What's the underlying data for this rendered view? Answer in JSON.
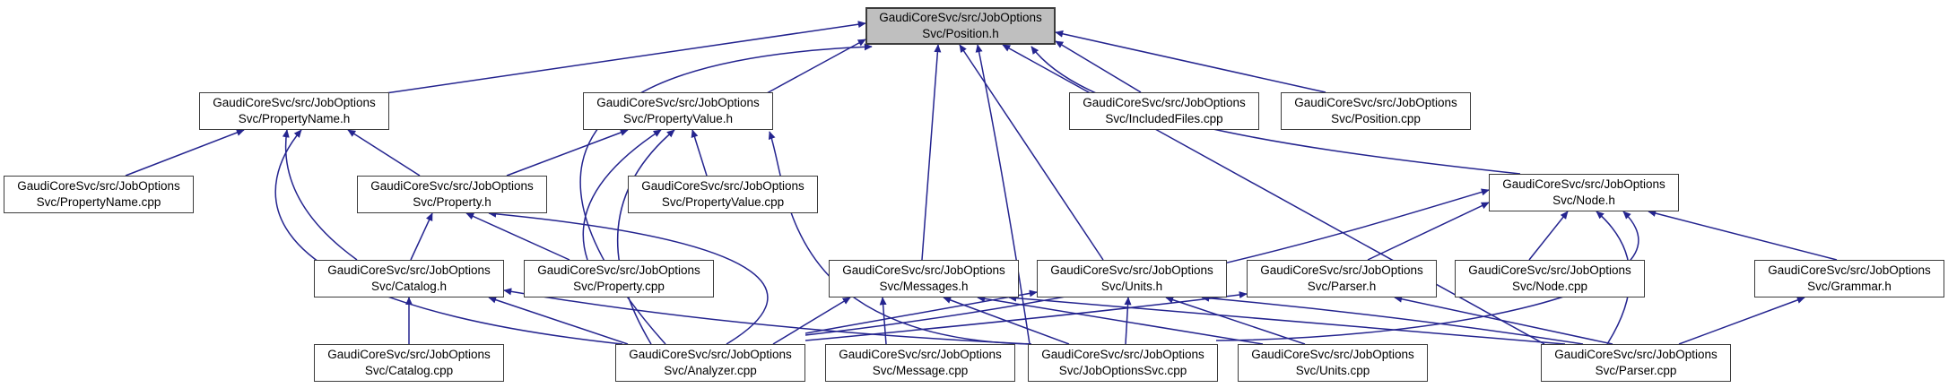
{
  "diagram": {
    "kind": "include-dependency-graph",
    "root_file": "GaudiCoreSvc/src/JobOptionsSvc/Position.h"
  },
  "colors": {
    "edge": "#24248f",
    "node_fill": "#ffffff",
    "node_border": "#3c3c3c",
    "root_fill": "#bfbfbf",
    "background": "#ffffff"
  },
  "nodes": [
    {
      "id": "position_h",
      "label": "GaudiCoreSvc/src/JobOptions\nSvc/Position.h",
      "highlighted": true
    },
    {
      "id": "propertyname_h",
      "label": "GaudiCoreSvc/src/JobOptions\nSvc/PropertyName.h",
      "highlighted": false
    },
    {
      "id": "propertyvalue_h",
      "label": "GaudiCoreSvc/src/JobOptions\nSvc/PropertyValue.h",
      "highlighted": false
    },
    {
      "id": "includedfiles_cpp",
      "label": "GaudiCoreSvc/src/JobOptions\nSvc/IncludedFiles.cpp",
      "highlighted": false
    },
    {
      "id": "position_cpp",
      "label": "GaudiCoreSvc/src/JobOptions\nSvc/Position.cpp",
      "highlighted": false
    },
    {
      "id": "propertyname_cpp",
      "label": "GaudiCoreSvc/src/JobOptions\nSvc/PropertyName.cpp",
      "highlighted": false
    },
    {
      "id": "property_h",
      "label": "GaudiCoreSvc/src/JobOptions\nSvc/Property.h",
      "highlighted": false
    },
    {
      "id": "propertyvalue_cpp",
      "label": "GaudiCoreSvc/src/JobOptions\nSvc/PropertyValue.cpp",
      "highlighted": false
    },
    {
      "id": "node_h",
      "label": "GaudiCoreSvc/src/JobOptions\nSvc/Node.h",
      "highlighted": false
    },
    {
      "id": "catalog_h",
      "label": "GaudiCoreSvc/src/JobOptions\nSvc/Catalog.h",
      "highlighted": false
    },
    {
      "id": "property_cpp",
      "label": "GaudiCoreSvc/src/JobOptions\nSvc/Property.cpp",
      "highlighted": false
    },
    {
      "id": "messages_h",
      "label": "GaudiCoreSvc/src/JobOptions\nSvc/Messages.h",
      "highlighted": false
    },
    {
      "id": "units_h",
      "label": "GaudiCoreSvc/src/JobOptions\nSvc/Units.h",
      "highlighted": false
    },
    {
      "id": "parser_h",
      "label": "GaudiCoreSvc/src/JobOptions\nSvc/Parser.h",
      "highlighted": false
    },
    {
      "id": "node_cpp",
      "label": "GaudiCoreSvc/src/JobOptions\nSvc/Node.cpp",
      "highlighted": false
    },
    {
      "id": "grammar_h",
      "label": "GaudiCoreSvc/src/JobOptions\nSvc/Grammar.h",
      "highlighted": false
    },
    {
      "id": "catalog_cpp",
      "label": "GaudiCoreSvc/src/JobOptions\nSvc/Catalog.cpp",
      "highlighted": false
    },
    {
      "id": "analyzer_cpp",
      "label": "GaudiCoreSvc/src/JobOptions\nSvc/Analyzer.cpp",
      "highlighted": false
    },
    {
      "id": "message_cpp",
      "label": "GaudiCoreSvc/src/JobOptions\nSvc/Message.cpp",
      "highlighted": false
    },
    {
      "id": "jobobtionssvc_cpp",
      "label": "GaudiCoreSvc/src/JobOptions\nSvc/JobOptionsSvc.cpp",
      "highlighted": false
    },
    {
      "id": "units_cpp",
      "label": "GaudiCoreSvc/src/JobOptions\nSvc/Units.cpp",
      "highlighted": false
    },
    {
      "id": "parser_cpp",
      "label": "GaudiCoreSvc/src/JobOptions\nSvc/Parser.cpp",
      "highlighted": false
    }
  ],
  "edges": [
    {
      "from": "propertyname_h",
      "to": "position_h"
    },
    {
      "from": "propertyvalue_h",
      "to": "position_h"
    },
    {
      "from": "analyzer_cpp",
      "to": "position_h"
    },
    {
      "from": "messages_h",
      "to": "position_h"
    },
    {
      "from": "units_h",
      "to": "position_h"
    },
    {
      "from": "jobobtionssvc_cpp",
      "to": "position_h"
    },
    {
      "from": "parser_cpp",
      "to": "position_h"
    },
    {
      "from": "node_h",
      "to": "position_h"
    },
    {
      "from": "includedfiles_cpp",
      "to": "position_h"
    },
    {
      "from": "position_cpp",
      "to": "position_h"
    },
    {
      "from": "propertyname_cpp",
      "to": "propertyname_h"
    },
    {
      "from": "property_h",
      "to": "propertyname_h"
    },
    {
      "from": "catalog_h",
      "to": "propertyname_h"
    },
    {
      "from": "analyzer_cpp",
      "to": "propertyname_h"
    },
    {
      "from": "property_h",
      "to": "propertyvalue_h"
    },
    {
      "from": "propertyvalue_cpp",
      "to": "propertyvalue_h"
    },
    {
      "from": "property_cpp",
      "to": "propertyvalue_h"
    },
    {
      "from": "analyzer_cpp",
      "to": "propertyvalue_h"
    },
    {
      "from": "jobobtionssvc_cpp",
      "to": "propertyvalue_h"
    },
    {
      "from": "catalog_h",
      "to": "property_h"
    },
    {
      "from": "property_cpp",
      "to": "property_h"
    },
    {
      "from": "analyzer_cpp",
      "to": "property_h"
    },
    {
      "from": "catalog_cpp",
      "to": "catalog_h"
    },
    {
      "from": "analyzer_cpp",
      "to": "catalog_h"
    },
    {
      "from": "jobobtionssvc_cpp",
      "to": "catalog_h"
    },
    {
      "from": "message_cpp",
      "to": "messages_h"
    },
    {
      "from": "analyzer_cpp",
      "to": "messages_h"
    },
    {
      "from": "jobobtionssvc_cpp",
      "to": "messages_h"
    },
    {
      "from": "units_cpp",
      "to": "messages_h"
    },
    {
      "from": "parser_cpp",
      "to": "messages_h"
    },
    {
      "from": "analyzer_cpp",
      "to": "units_h"
    },
    {
      "from": "jobobtionssvc_cpp",
      "to": "units_h"
    },
    {
      "from": "units_cpp",
      "to": "units_h"
    },
    {
      "from": "parser_cpp",
      "to": "units_h"
    },
    {
      "from": "analyzer_cpp",
      "to": "parser_h"
    },
    {
      "from": "parser_cpp",
      "to": "parser_h"
    },
    {
      "from": "parser_h",
      "to": "node_h"
    },
    {
      "from": "analyzer_cpp",
      "to": "node_h"
    },
    {
      "from": "node_cpp",
      "to": "node_h"
    },
    {
      "from": "parser_cpp",
      "to": "node_h"
    },
    {
      "from": "jobobtionssvc_cpp",
      "to": "node_h"
    },
    {
      "from": "grammar_h",
      "to": "node_h"
    },
    {
      "from": "parser_cpp",
      "to": "grammar_h"
    }
  ]
}
